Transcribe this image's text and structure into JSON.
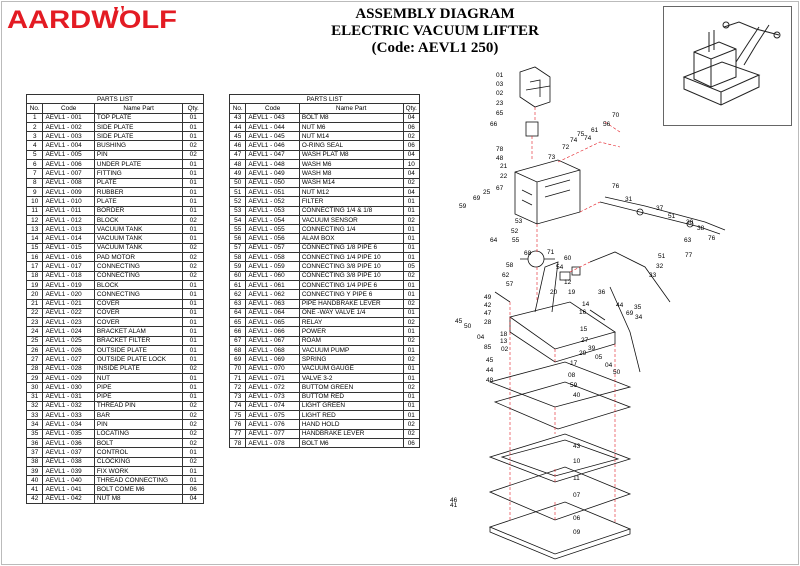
{
  "brand": {
    "text": "AARDWOLF",
    "color": "#e31b23"
  },
  "title": {
    "line1": "ASSEMBLY DIAGRAM",
    "line2": "ELECTRIC VACUUM LIFTER",
    "line3": "(Code: AEVL1 250)"
  },
  "parts_list": {
    "caption": "PARTS LIST",
    "headers": [
      "No.",
      "Code",
      "Name Part",
      "Qty."
    ],
    "left": [
      [
        "1",
        "AEVL1 - 001",
        "TOP PLATE",
        "01"
      ],
      [
        "2",
        "AEVL1 - 002",
        "SIDE PLATE",
        "01"
      ],
      [
        "3",
        "AEVL1 - 003",
        "SIDE PLATE",
        "01"
      ],
      [
        "4",
        "AEVL1 - 004",
        "BUSHING",
        "02"
      ],
      [
        "5",
        "AEVL1 - 005",
        "PIN",
        "02"
      ],
      [
        "6",
        "AEVL1 - 006",
        "UNDER PLATE",
        "01"
      ],
      [
        "7",
        "AEVL1 - 007",
        "FITTING",
        "01"
      ],
      [
        "8",
        "AEVL1 - 008",
        "PLATE",
        "01"
      ],
      [
        "9",
        "AEVL1 - 009",
        "RUBBER",
        "01"
      ],
      [
        "10",
        "AEVL1 - 010",
        "PLATE",
        "01"
      ],
      [
        "11",
        "AEVL1 - 011",
        "BORDER",
        "01"
      ],
      [
        "12",
        "AEVL1 - 012",
        "BLOCK",
        "02"
      ],
      [
        "13",
        "AEVL1 - 013",
        "VACUUM TANK",
        "01"
      ],
      [
        "14",
        "AEVL1 - 014",
        "VACUUM TANK",
        "01"
      ],
      [
        "15",
        "AEVL1 - 015",
        "VACUUM TANK",
        "02"
      ],
      [
        "16",
        "AEVL1 - 016",
        "PAD MOTOR",
        "02"
      ],
      [
        "17",
        "AEVL1 - 017",
        "CONNECTING",
        "02"
      ],
      [
        "18",
        "AEVL1 - 018",
        "CONNECTING",
        "02"
      ],
      [
        "19",
        "AEVL1 - 019",
        "BLOCK",
        "01"
      ],
      [
        "20",
        "AEVL1 - 020",
        "CONNECTING",
        "01"
      ],
      [
        "21",
        "AEVL1 - 021",
        "COVER",
        "01"
      ],
      [
        "22",
        "AEVL1 - 022",
        "COVER",
        "01"
      ],
      [
        "23",
        "AEVL1 - 023",
        "COVER",
        "01"
      ],
      [
        "24",
        "AEVL1 - 024",
        "BRACKET ALAM",
        "01"
      ],
      [
        "25",
        "AEVL1 - 025",
        "BRACKET FILTER",
        "01"
      ],
      [
        "26",
        "AEVL1 - 026",
        "OUTSIDE PLATE",
        "01"
      ],
      [
        "27",
        "AEVL1 - 027",
        "OUTSIDE PLATE LOCK",
        "01"
      ],
      [
        "28",
        "AEVL1 - 028",
        "INSIDE PLATE",
        "02"
      ],
      [
        "29",
        "AEVL1 - 029",
        "NUT",
        "01"
      ],
      [
        "30",
        "AEVL1 - 030",
        "PIPE",
        "01"
      ],
      [
        "31",
        "AEVL1 - 031",
        "PIPE",
        "01"
      ],
      [
        "32",
        "AEVL1 - 032",
        "THREAD PIN",
        "02"
      ],
      [
        "33",
        "AEVL1 - 033",
        "BAR",
        "02"
      ],
      [
        "34",
        "AEVL1 - 034",
        "PIN",
        "02"
      ],
      [
        "35",
        "AEVL1 - 035",
        "LOCATING",
        "02"
      ],
      [
        "36",
        "AEVL1 - 036",
        "BOLT",
        "02"
      ],
      [
        "37",
        "AEVL1 - 037",
        "CONTROL",
        "01"
      ],
      [
        "38",
        "AEVL1 - 038",
        "CLOCKING",
        "02"
      ],
      [
        "39",
        "AEVL1 - 039",
        "FIX WORK",
        "01"
      ],
      [
        "40",
        "AEVL1 - 040",
        "THREAD CONNECTING",
        "01"
      ],
      [
        "41",
        "AEVL1 - 041",
        "BOLT COME M6",
        "06"
      ],
      [
        "42",
        "AEVL1 - 042",
        "NUT M8",
        "04"
      ]
    ],
    "right": [
      [
        "43",
        "AEVL1 - 043",
        "BOLT M8",
        "04"
      ],
      [
        "44",
        "AEVL1 - 044",
        "NUT M6",
        "06"
      ],
      [
        "45",
        "AEVL1 - 045",
        "NUT M14",
        "02"
      ],
      [
        "46",
        "AEVL1 - 046",
        "O-RING SEAL",
        "06"
      ],
      [
        "47",
        "AEVL1 - 047",
        "WASH PLAT M8",
        "04"
      ],
      [
        "48",
        "AEVL1 - 048",
        "WASH M6",
        "10"
      ],
      [
        "49",
        "AEVL1 - 049",
        "WASH M8",
        "04"
      ],
      [
        "50",
        "AEVL1 - 050",
        "WASH M14",
        "02"
      ],
      [
        "51",
        "AEVL1 - 051",
        "NUT M12",
        "04"
      ],
      [
        "52",
        "AEVL1 - 052",
        "FILTER",
        "01"
      ],
      [
        "53",
        "AEVL1 - 053",
        "CONNECTING 1/4 & 1/8",
        "01"
      ],
      [
        "54",
        "AEVL1 - 054",
        "VACUUM SENSOR",
        "02"
      ],
      [
        "55",
        "AEVL1 - 055",
        "CONNECTING 1/4",
        "01"
      ],
      [
        "56",
        "AEVL1 - 056",
        "ALAM BOX",
        "01"
      ],
      [
        "57",
        "AEVL1 - 057",
        "CONNECTING 1/8 PIPE 6",
        "01"
      ],
      [
        "58",
        "AEVL1 - 058",
        "CONNECTING 1/4 PIPE 10",
        "01"
      ],
      [
        "59",
        "AEVL1 - 059",
        "CONNECTING 3/8 PIPE 10",
        "05"
      ],
      [
        "60",
        "AEVL1 - 060",
        "CONNECTING 3/8 PIPE 10",
        "02"
      ],
      [
        "61",
        "AEVL1 - 061",
        "CONNECTING 1/4 PIPE 6",
        "01"
      ],
      [
        "62",
        "AEVL1 - 062",
        "CONNECTING Y PIPE 6",
        "01"
      ],
      [
        "63",
        "AEVL1 - 063",
        "PIPE HANDBRAKE LEVER",
        "02"
      ],
      [
        "64",
        "AEVL1 - 064",
        "ONE -WAY VALVE 1/4",
        "01"
      ],
      [
        "65",
        "AEVL1 - 065",
        "RELAY",
        "02"
      ],
      [
        "66",
        "AEVL1 - 066",
        "POWER",
        "01"
      ],
      [
        "67",
        "AEVL1 - 067",
        "ROAM",
        "02"
      ],
      [
        "68",
        "AEVL1 - 068",
        "VACUUM PUMP",
        "01"
      ],
      [
        "69",
        "AEVL1 - 069",
        "SPRING",
        "02"
      ],
      [
        "70",
        "AEVL1 - 070",
        "VACUUM GAUGE",
        "01"
      ],
      [
        "71",
        "AEVL1 - 071",
        "VALVE 3-2",
        "01"
      ],
      [
        "72",
        "AEVL1 - 072",
        "BUTTOM GREEN",
        "02"
      ],
      [
        "73",
        "AEVL1 - 073",
        "BUTTOM RED",
        "01"
      ],
      [
        "74",
        "AEVL1 - 074",
        "LIGHT GREEN",
        "01"
      ],
      [
        "75",
        "AEVL1 - 075",
        "LIGHT RED",
        "01"
      ],
      [
        "76",
        "AEVL1 - 076",
        "HAND HOLD",
        "02"
      ],
      [
        "77",
        "AEVL1 - 077",
        "HANDBRAKE LEVER",
        "02"
      ],
      [
        "78",
        "AEVL1 - 078",
        "BOLT M6",
        "06"
      ]
    ]
  },
  "diagram_callouts": [
    "01",
    "03",
    "02",
    "23",
    "65",
    "66",
    "78",
    "48",
    "21",
    "22",
    "67",
    "73",
    "72",
    "74",
    "75",
    "74",
    "61",
    "56",
    "70",
    "76",
    "25",
    "59",
    "69",
    "53",
    "52",
    "55",
    "64",
    "68",
    "58",
    "62",
    "57",
    "60",
    "54",
    "71",
    "31",
    "37",
    "51",
    "30",
    "63",
    "38",
    "76",
    "77",
    "51",
    "32",
    "33",
    "36",
    "44",
    "35",
    "69",
    "34",
    "20",
    "14",
    "12",
    "19",
    "16",
    "49",
    "42",
    "47",
    "28",
    "45",
    "50",
    "04",
    "85",
    "18",
    "13",
    "02",
    "15",
    "27",
    "17",
    "29",
    "39",
    "05",
    "04",
    "50",
    "45",
    "44",
    "48",
    "08",
    "59",
    "40",
    "43",
    "10",
    "11",
    "07",
    "06",
    "09",
    "46",
    "41"
  ]
}
